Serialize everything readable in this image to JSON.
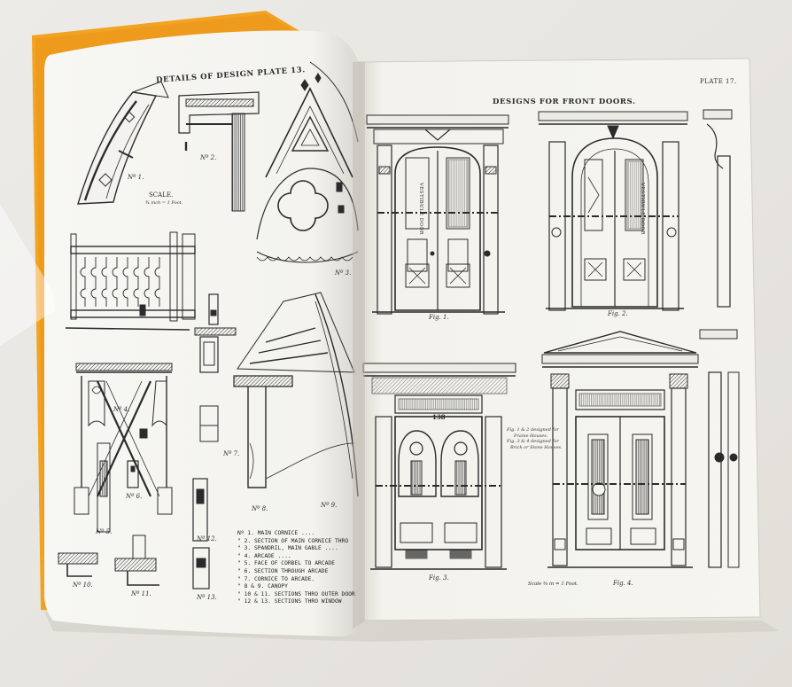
{
  "left_page": {
    "header": "DETAILS OF DESIGN PLATE 13.",
    "scale_label": "SCALE.",
    "scale_sub": "¾ inch = 1 Foot.",
    "figure_labels": [
      "Nº 1.",
      "Nº 2.",
      "Nº 3.",
      "Nº 4.",
      "Nº 5.",
      "Nº 6.",
      "Nº 7.",
      "Nº 8.",
      "Nº 9.",
      "Nº 10.",
      "Nº 11.",
      "Nº 12.",
      "Nº 13."
    ],
    "legend": [
      "Nº 1. MAIN CORNICE ....",
      "\" 2. SECTION OF MAIN CORNICE THRO",
      "\" 3. SPANDRIL, MAIN GABLE ....",
      "\" 4. ARCADE ....",
      "\" 5. FACE OF CORBEL TO ARCADE",
      "\" 6. SECTION THROUGH ARCADE",
      "\" 7. CORNICE TO ARCADE.",
      "\" 8 & 9. CANOPY",
      "\" 10 & 11. SECTIONS THRO OUTER DOOR",
      "\" 12 & 13. SECTIONS THRO WINDOW"
    ]
  },
  "right_page": {
    "plate_number": "PLATE 17.",
    "header": "DESIGNS FOR FRONT DOORS.",
    "door_inscription": "VESTIBULE DOOR",
    "transom_number": "138",
    "fig_labels": [
      "Fig. 1.",
      "Fig. 2.",
      "Fig. 3.",
      "Fig. 4."
    ],
    "note": [
      "Fig. 1 & 2 designed for",
      "Frame Houses.",
      "Fig. 3 & 4 designed for",
      "Brick or Stone Houses."
    ],
    "scale": "Scale ⅜ in = 1 Foot."
  },
  "colors": {
    "cover_edge": "#f2a321",
    "paper": "#f6f5f0",
    "ink": "#2b2b2b",
    "background": "#e9e7e2"
  }
}
